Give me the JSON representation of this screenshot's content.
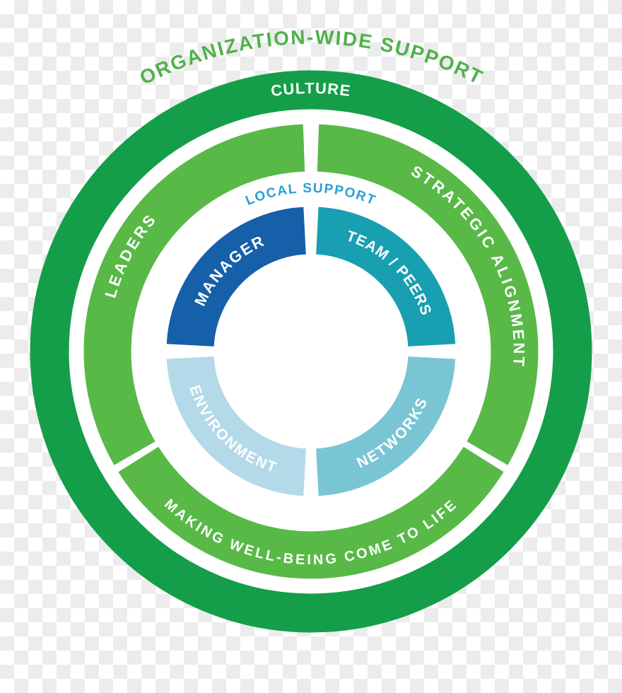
{
  "colors": {
    "outer_ring_green": "#149e49",
    "middle_ring_green": "#58b947",
    "org_support_text_green": "#4fb24a",
    "manager_blue": "#1560a8",
    "team_peers_teal": "#189fb2",
    "networks_blue": "#79c5d4",
    "environment_blue": "#b4d9e8",
    "local_support_blue": "#2d9ed6",
    "label_white": "#ffffff",
    "checker_gray": "#ececec",
    "disk_white": "#ffffff"
  },
  "diagram": {
    "outer_label": "ORGANIZATION-WIDE SUPPORT",
    "outer_ring": {
      "top": "CULTURE"
    },
    "middle_ring": {
      "right": "STRATEGIC ALIGNMENT",
      "left": "LEADERS",
      "bottom": "MAKING WELL-BEING COME TO LIFE"
    },
    "inner_label": "LOCAL SUPPORT",
    "inner_ring": {
      "top_left": "MANAGER",
      "top_right": "TEAM / PEERS",
      "bottom_right": "NETWORKS",
      "bottom_left": "ENVIRONMENT"
    }
  }
}
